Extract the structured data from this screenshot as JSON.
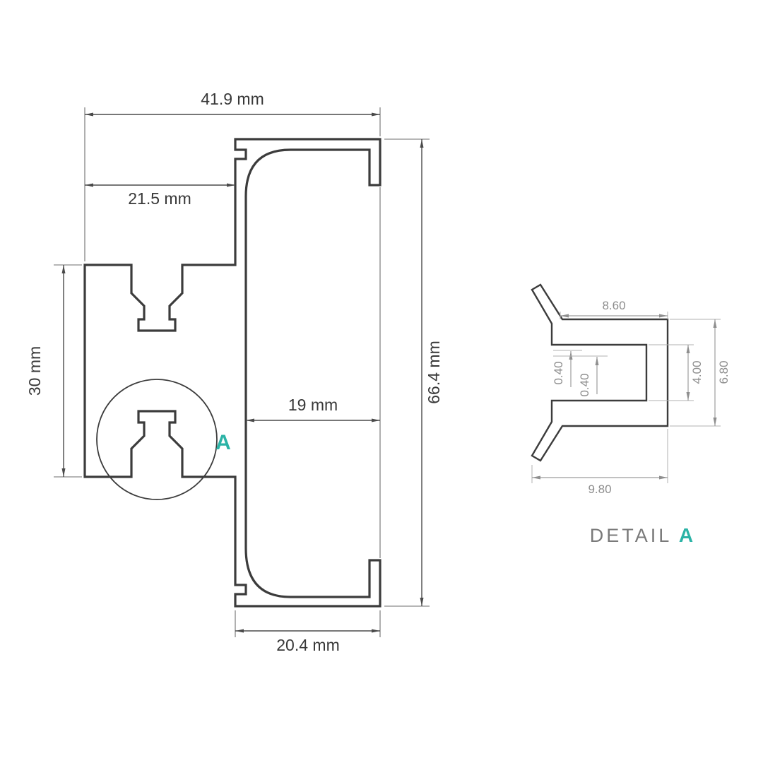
{
  "colors": {
    "accent": "#2bb3a6",
    "drawing_line": "#3c3c3c",
    "dimension_main": "#4a4a4a",
    "dimension_detail": "#8f8f8f"
  },
  "main_view": {
    "dim_overall_width": "41.9 mm",
    "dim_left_width": "21.5 mm",
    "dim_left_height": "30 mm",
    "dim_channel_width": "19 mm",
    "dim_overall_height": "66.4 mm",
    "dim_bottom_width": "20.4 mm",
    "detail_marker": "A"
  },
  "detail_view": {
    "dim_top_width": "8.60",
    "dim_step_1": "0.40",
    "dim_step_2": "0.40",
    "dim_inner_height": "4.00",
    "dim_overall_height": "6.80",
    "dim_bottom_width": "9.80",
    "caption_label": "DETAIL",
    "caption_letter": "A"
  }
}
